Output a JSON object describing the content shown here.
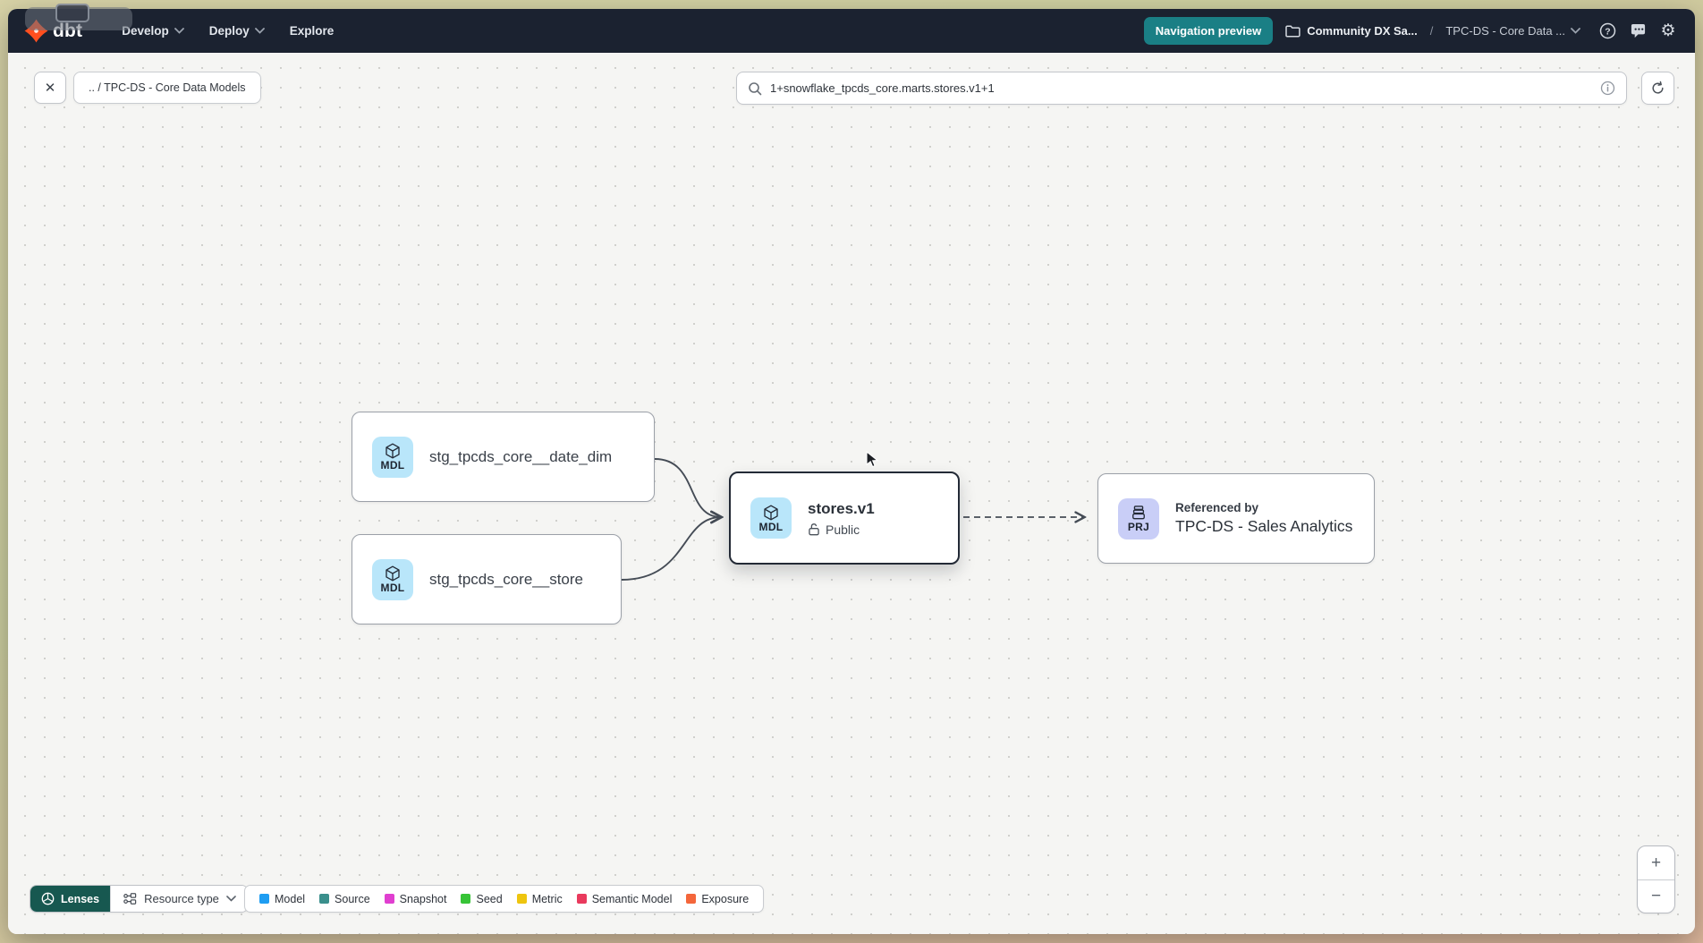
{
  "navbar": {
    "logo_text": "dbt",
    "menus": [
      {
        "label": "Develop"
      },
      {
        "label": "Deploy"
      },
      {
        "label": "Explore"
      }
    ],
    "preview_badge": "Navigation preview",
    "account": "Community DX Sa...",
    "breadcrumb_separator": "/",
    "project": "TPC-DS - Core Data ...",
    "settings_glyph": "⚙"
  },
  "toolbar": {
    "close_glyph": "✕",
    "breadcrumb": ".. / TPC-DS - Core Data Models",
    "search_value": "1+snowflake_tpcds_core.marts.stores.v1+1"
  },
  "graph": {
    "nodes": {
      "date_dim": {
        "badge": "MDL",
        "label": "stg_tpcds_core__date_dim"
      },
      "store": {
        "badge": "MDL",
        "label": "stg_tpcds_core__store"
      },
      "stores_v1": {
        "badge": "MDL",
        "label": "stores.v1",
        "access": "Public",
        "selected": true
      },
      "project": {
        "badge": "PRJ",
        "kicker": "Referenced by",
        "label": "TPC-DS - Sales Analytics"
      }
    }
  },
  "footer": {
    "lenses_label": "Lenses",
    "resource_type_label": "Resource type",
    "legend": [
      {
        "label": "Model",
        "color": "#1e9df2"
      },
      {
        "label": "Source",
        "color": "#3a8f8c"
      },
      {
        "label": "Snapshot",
        "color": "#e03fd0"
      },
      {
        "label": "Seed",
        "color": "#37c437"
      },
      {
        "label": "Metric",
        "color": "#eec50f"
      },
      {
        "label": "Semantic Model",
        "color": "#e93a5d"
      },
      {
        "label": "Exposure",
        "color": "#f4663b"
      }
    ],
    "zoom_in": "+",
    "zoom_out": "−"
  },
  "colors": {
    "navbar_bg": "#1b2230",
    "accent_teal": "#1a7f85",
    "logo_orange": "#ff4f1f",
    "mdl_badge_bg": "#b9e6fa",
    "prj_badge_bg": "#c9cef7",
    "selected_border": "#232a36",
    "edge": "#454c56"
  }
}
